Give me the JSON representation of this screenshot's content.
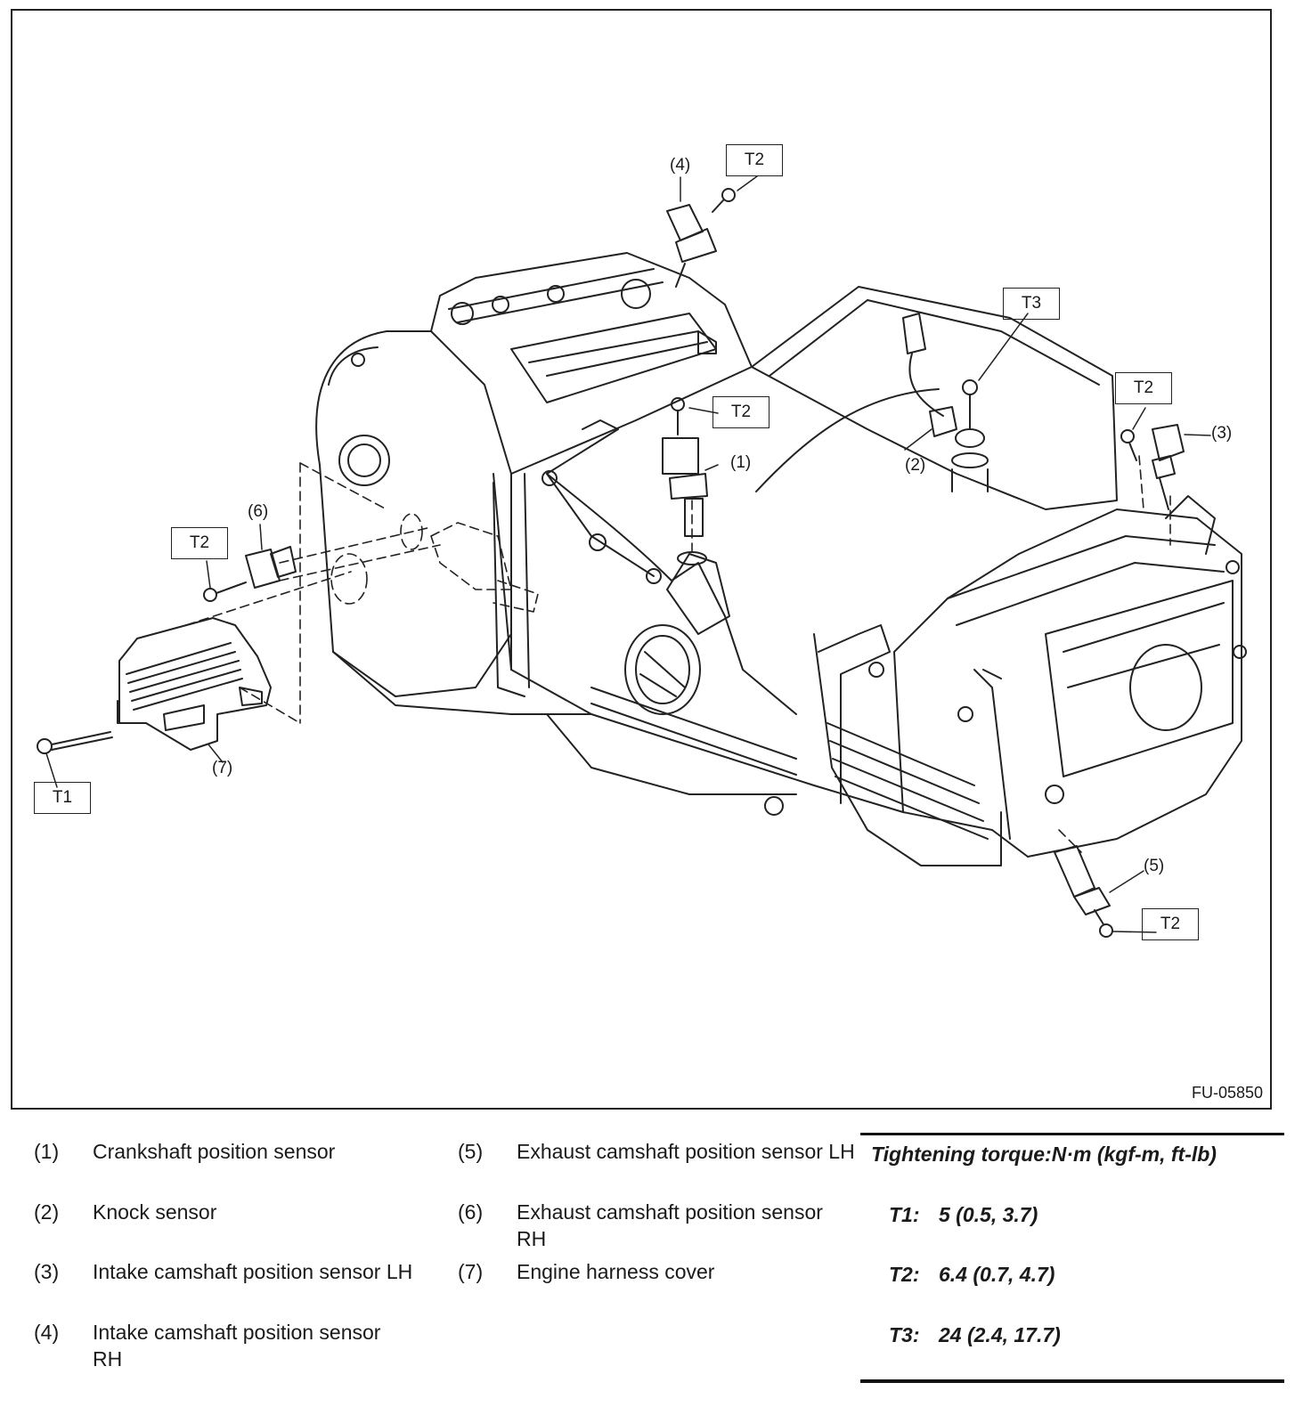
{
  "figure": {
    "code": "FU-05850",
    "callouts": {
      "c1": "(1)",
      "c2": "(2)",
      "c3": "(3)",
      "c4": "(4)",
      "c5": "(5)",
      "c6": "(6)",
      "c7": "(7)"
    },
    "torque_tags": {
      "t1": "T1",
      "t2_top": "T2",
      "t2_center": "T2",
      "t2_right": "T2",
      "t2_left": "T2",
      "t2_bottom": "T2",
      "t3": "T3"
    }
  },
  "legend": [
    {
      "num": "(1)",
      "text": "Crankshaft position sensor"
    },
    {
      "num": "(2)",
      "text": "Knock sensor"
    },
    {
      "num": "(3)",
      "text": "Intake camshaft position sensor LH"
    },
    {
      "num": "(4)",
      "text": "Intake camshaft position sensor RH"
    },
    {
      "num": "(5)",
      "text": "Exhaust camshaft position sensor LH"
    },
    {
      "num": "(6)",
      "text": "Exhaust camshaft position sensor RH"
    },
    {
      "num": "(7)",
      "text": "Engine harness cover"
    }
  ],
  "torque": {
    "heading": "Tightening torque:N·m (kgf-m, ft-lb)",
    "rows": [
      {
        "key": "T1:",
        "value": "5 (0.5, 3.7)"
      },
      {
        "key": "T2:",
        "value": "6.4 (0.7, 4.7)"
      },
      {
        "key": "T3:",
        "value": "24 (2.4, 17.7)"
      }
    ]
  }
}
